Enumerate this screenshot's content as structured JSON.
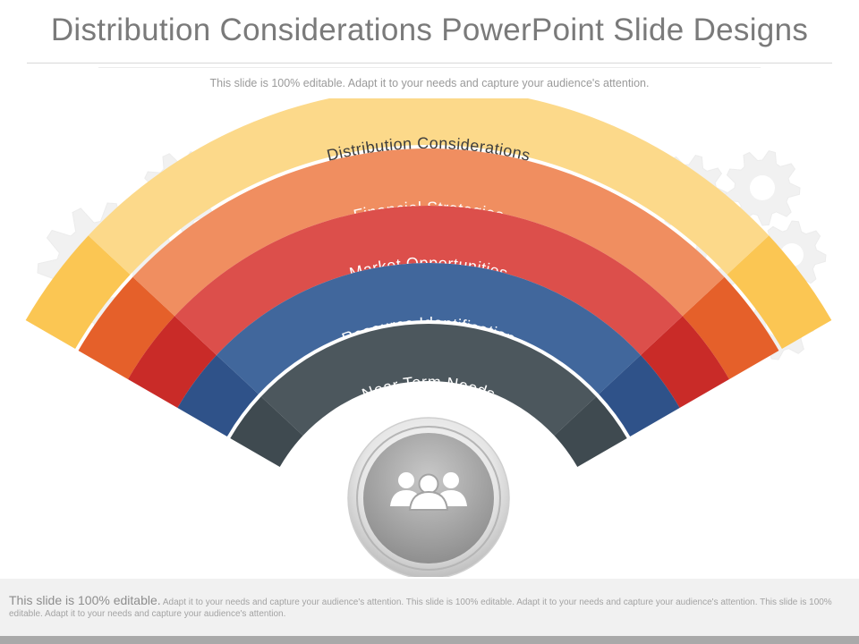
{
  "header": {
    "title": "Distribution Considerations PowerPoint Slide Designs",
    "subtitle": "This slide is 100% editable. Adapt it to your needs and capture your audience's attention."
  },
  "diagram": {
    "layers": [
      {
        "label": "Distribution Considerations",
        "color": "#fcd98a",
        "side_color": "#fbc653",
        "text_color": "#3d3d3d"
      },
      {
        "label": "Financial Strategies",
        "color": "#f08e60",
        "side_color": "#e5602a",
        "text_color": "#ffffff"
      },
      {
        "label": "Market Opportunities",
        "color": "#dc4f4b",
        "side_color": "#c92b28",
        "text_color": "#ffffff"
      },
      {
        "label": "Resource Identification",
        "color": "#41679c",
        "side_color": "#2f5289",
        "text_color": "#ffffff"
      },
      {
        "label": "Near Term Needs",
        "color": "#4c575d",
        "side_color": "#3f4a50",
        "text_color": "#ffffff"
      }
    ],
    "center_icon": "people-group-icon",
    "background_icon": "gears-icon"
  },
  "footer": {
    "lead": "This slide is 100% editable.",
    "text": "Adapt it to your needs and capture your audience's attention. This slide is 100% editable. Adapt it to your needs and capture your audience's attention. This slide is 100% editable. Adapt it to your needs and capture your audience's attention."
  }
}
